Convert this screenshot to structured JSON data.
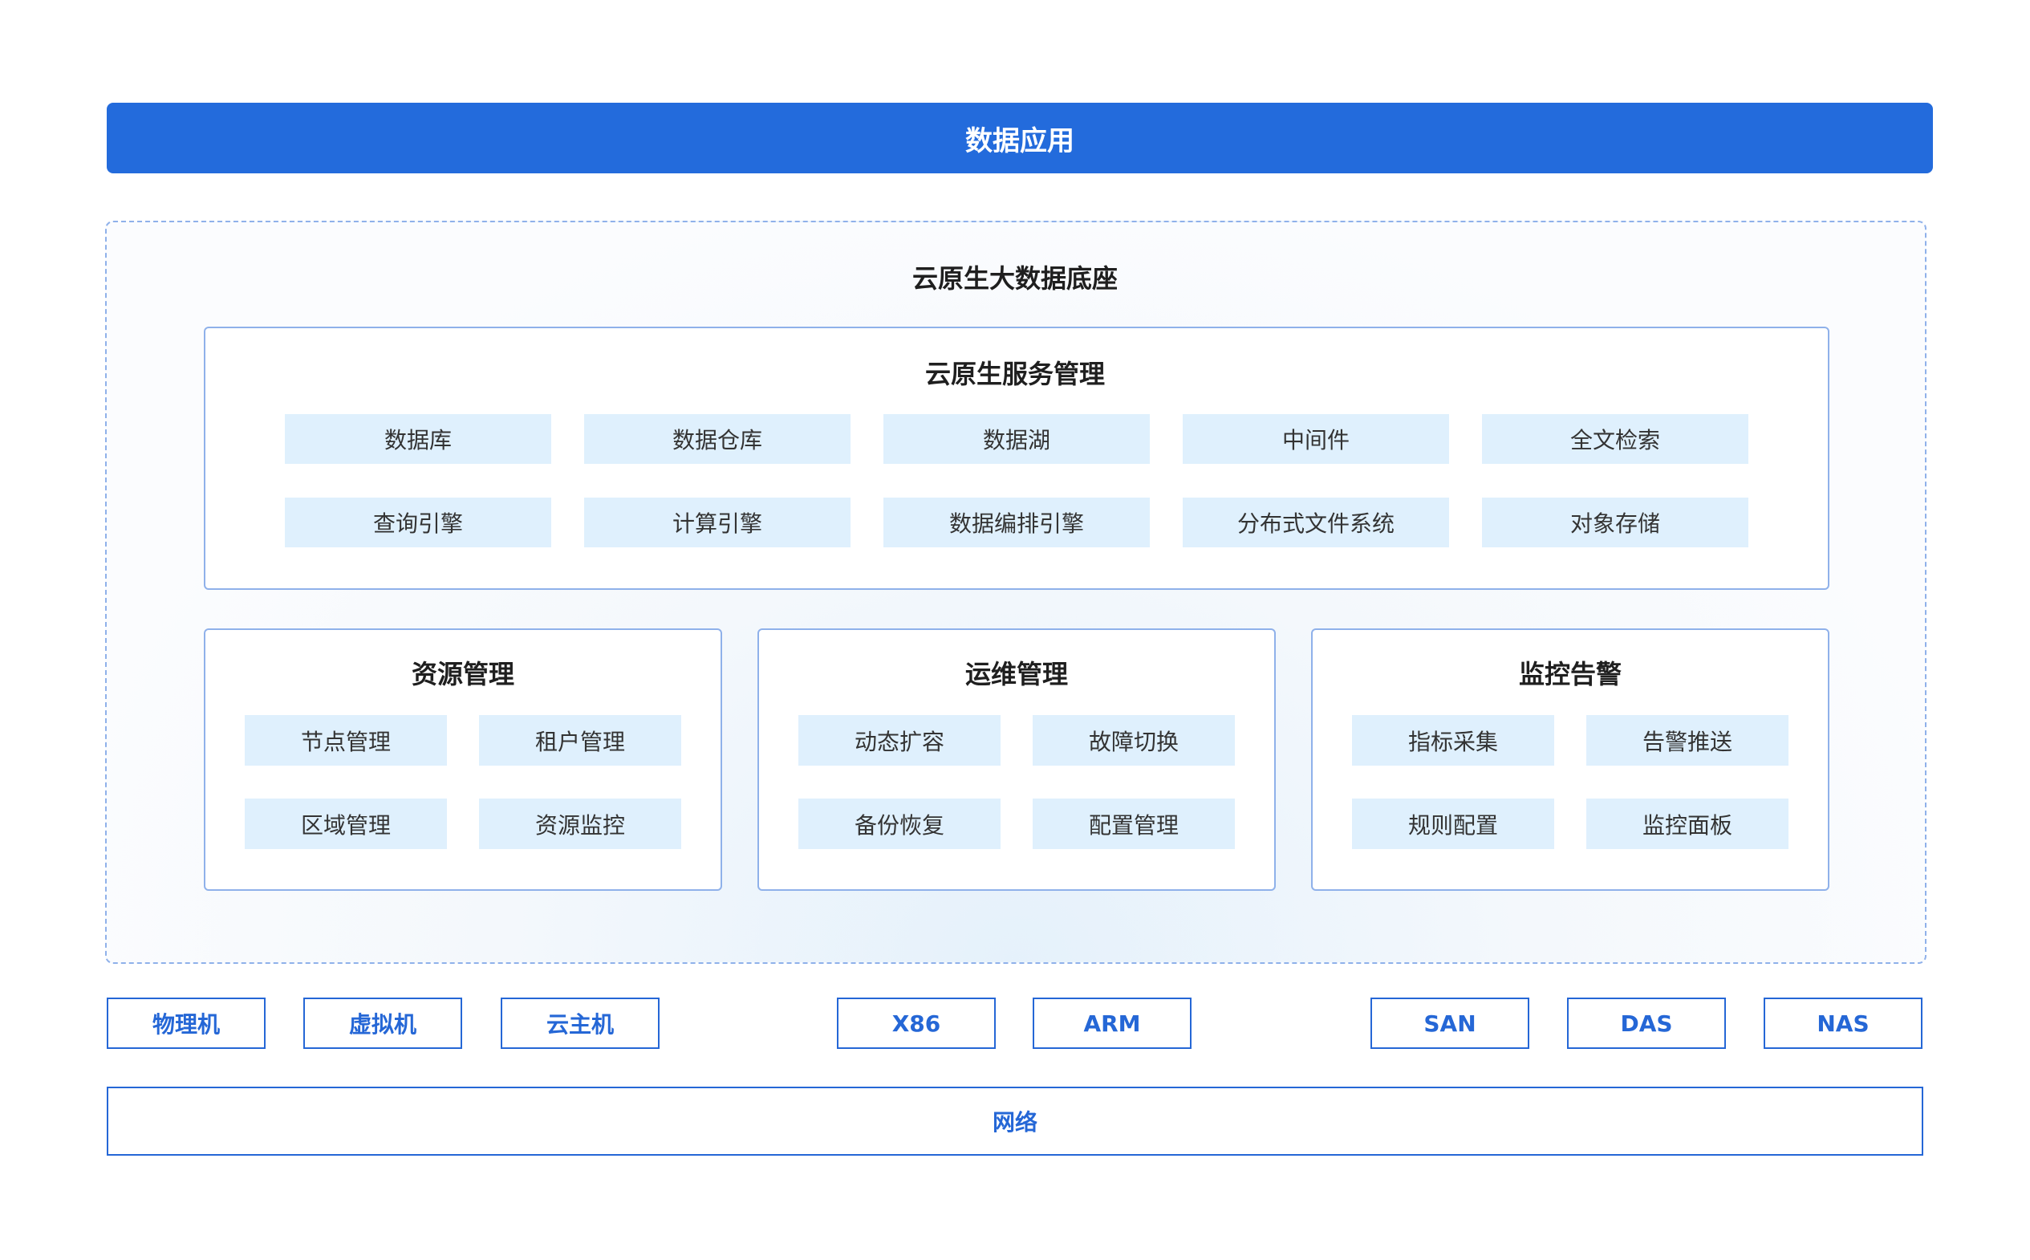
{
  "data_application": "数据应用",
  "foundation": {
    "title": "云原生大数据底座",
    "service_mgmt": {
      "title": "云原生服务管理",
      "items": [
        "数据库",
        "数据仓库",
        "数据湖",
        "中间件",
        "全文检索",
        "查询引擎",
        "计算引擎",
        "数据编排引擎",
        "分布式文件系统",
        "对象存储"
      ]
    },
    "resource_mgmt": {
      "title": "资源管理",
      "items": [
        "节点管理",
        "租户管理",
        "区域管理",
        "资源监控"
      ]
    },
    "ops_mgmt": {
      "title": "运维管理",
      "items": [
        "动态扩容",
        "故障切换",
        "备份恢复",
        "配置管理"
      ]
    },
    "monitoring": {
      "title": "监控告警",
      "items": [
        "指标采集",
        "告警推送",
        "规则配置",
        "监控面板"
      ]
    }
  },
  "infrastructure": [
    "物理机",
    "虚拟机",
    "云主机",
    "X86",
    "ARM",
    "SAN",
    "DAS",
    "NAS"
  ],
  "network": "网络",
  "colors": {
    "primary": "#236bdc",
    "chip_bg": "#dff0fd",
    "border": "#8fb1ea",
    "infra_border": "#2567d6"
  }
}
